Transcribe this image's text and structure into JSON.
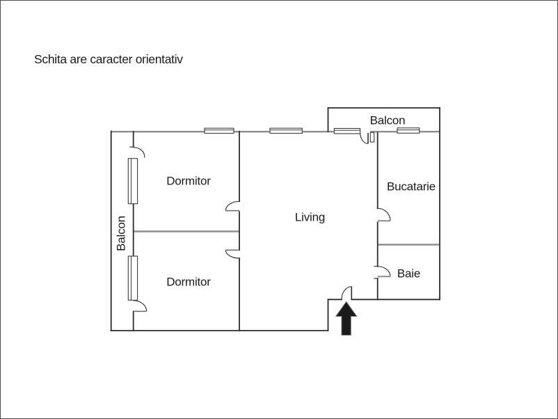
{
  "title": "Schita are caracter orientativ",
  "floorplan": {
    "rooms": {
      "dormitor_top": {
        "label": "Dormitor"
      },
      "dormitor_bottom": {
        "label": "Dormitor"
      },
      "living": {
        "label": "Living"
      },
      "bucatarie": {
        "label": "Bucatarie"
      },
      "baie": {
        "label": "Baie"
      },
      "balcon_top": {
        "label": "Balcon"
      },
      "balcon_left": {
        "label": "Balcon"
      }
    },
    "markers": {
      "entrance_arrow": "up-arrow"
    },
    "colors": {
      "background": "#ffffff",
      "border": "#4d4d4d",
      "wall_dark": "#2b2b2b",
      "wall_gray": "#8e8e8e",
      "text": "#1a1a1a",
      "arrow": "#1a1a1a"
    }
  }
}
